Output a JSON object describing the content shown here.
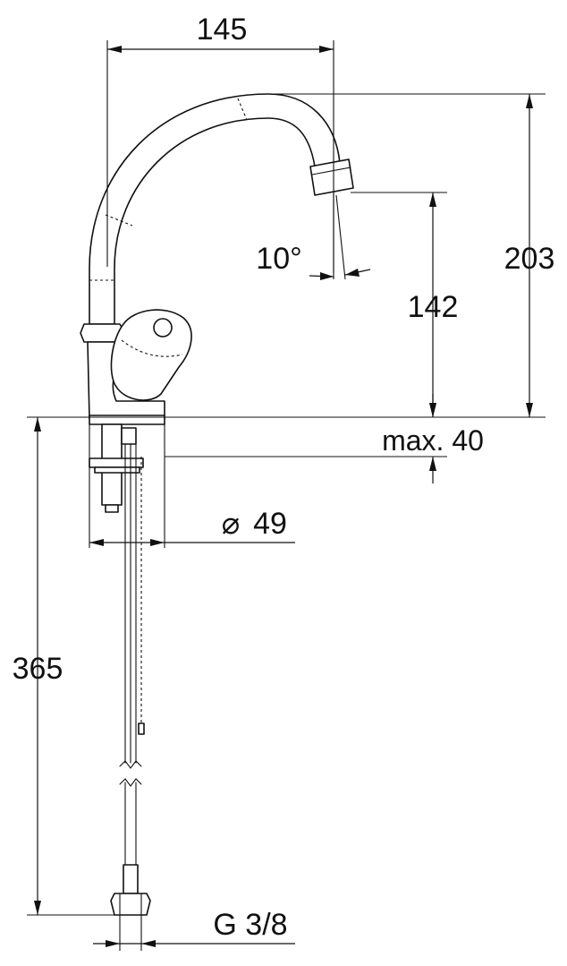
{
  "dimensions": {
    "reach": "145",
    "height_total": "203",
    "spout_height": "142",
    "spray_angle": "10°",
    "mounting_thickness": "max. 40",
    "base_diameter_symbol": "⌀",
    "base_diameter": "49",
    "hose_length": "365",
    "connection_thread": "G 3/8"
  },
  "colors": {
    "line": "#111111",
    "background": "#ffffff"
  }
}
